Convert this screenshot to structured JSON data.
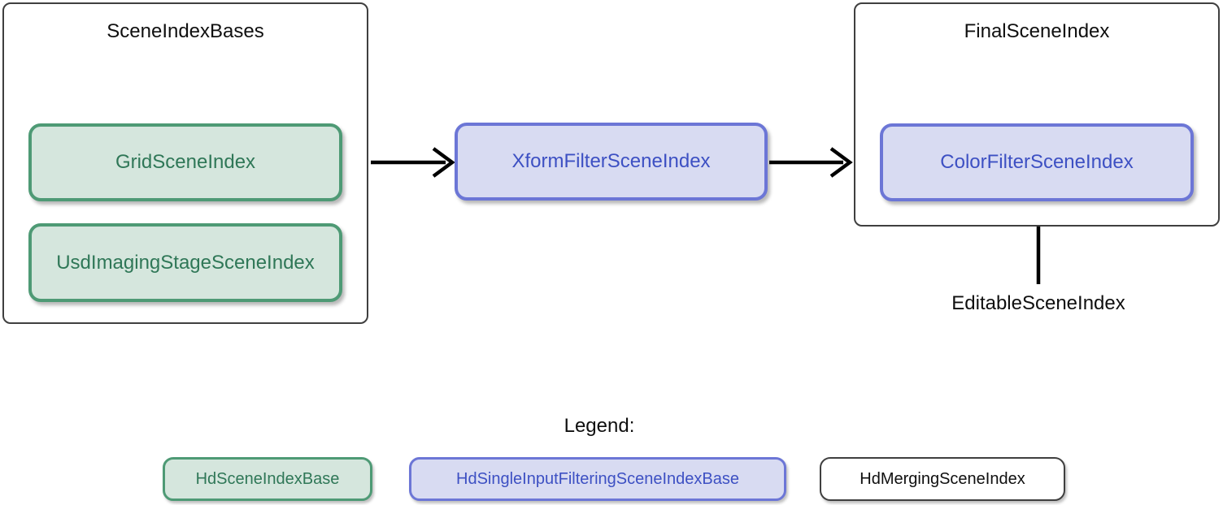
{
  "diagram": {
    "title_hint": "Hydra scene index filtering diagram",
    "colors": {
      "background": "#ffffff",
      "green_fill": "#d5e6dd",
      "green_border": "#4e9a75",
      "green_text": "#2f7757",
      "blue_fill": "#d8dbf2",
      "blue_border": "#6c76d6",
      "blue_text": "#3d50c3",
      "container_border": "#3f3f3f",
      "arrow": "#000000",
      "text": "#0f0f0f"
    },
    "scene_index_bases": {
      "title": "SceneIndexBases",
      "nodes": [
        {
          "label": "GridSceneIndex",
          "style": "green"
        },
        {
          "label": "UsdImagingStageSceneIndex",
          "style": "green"
        }
      ]
    },
    "xform_node": {
      "label": "XformFilterSceneIndex",
      "style": "blue"
    },
    "final_scene_index": {
      "title": "FinalSceneIndex",
      "nodes": [
        {
          "label": "ColorFilterSceneIndex",
          "style": "blue"
        }
      ]
    },
    "editable_label": "EditableSceneIndex",
    "arrows": [
      {
        "from": "SceneIndexBases",
        "to": "XformFilterSceneIndex",
        "direction": "right"
      },
      {
        "from": "XformFilterSceneIndex",
        "to": "FinalSceneIndex",
        "direction": "right"
      },
      {
        "from": "EditableSceneIndex",
        "to": "ColorFilterSceneIndex",
        "direction": "up"
      }
    ],
    "legend": {
      "title": "Legend:",
      "items": [
        {
          "label": "HdSceneIndexBase",
          "style": "green"
        },
        {
          "label": "HdSingleInputFilteringSceneIndexBase",
          "style": "blue"
        },
        {
          "label": "HdMergingSceneIndex",
          "style": "plain"
        }
      ]
    }
  }
}
